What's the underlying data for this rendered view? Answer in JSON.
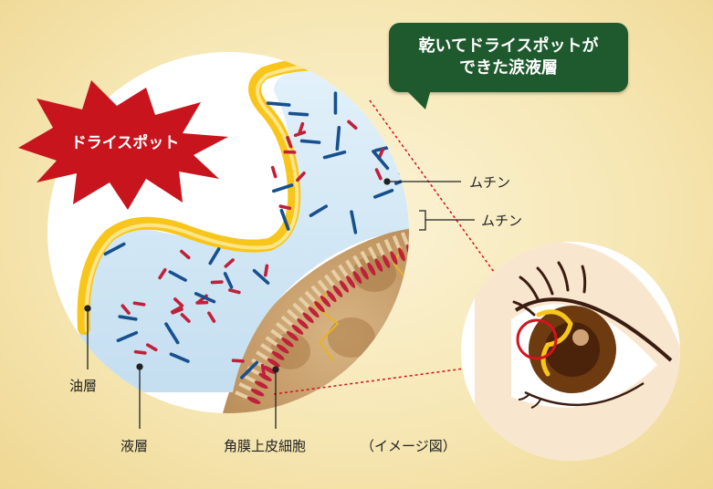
{
  "callout": {
    "line1": "乾いてドライスポットが",
    "line2": "できた涙液層"
  },
  "burst_label": "ドライスポット",
  "labels": {
    "mucin_top": "ムチン",
    "mucin_bottom": "ムチン",
    "oil_layer": "油層",
    "liquid_layer": "液層",
    "corneal_epithelium": "角膜上皮細胞",
    "image_note": "（イメージ図）"
  },
  "colors": {
    "oil": "#f8c51a",
    "liquid": "#cfe6f4",
    "mucin_red": "#c0203a",
    "mucin_blue": "#17508f",
    "cell": "#c9a274",
    "callout_bg": "#1f5a2e",
    "burst": "#c8151d",
    "guide_line": "#d4141e"
  }
}
